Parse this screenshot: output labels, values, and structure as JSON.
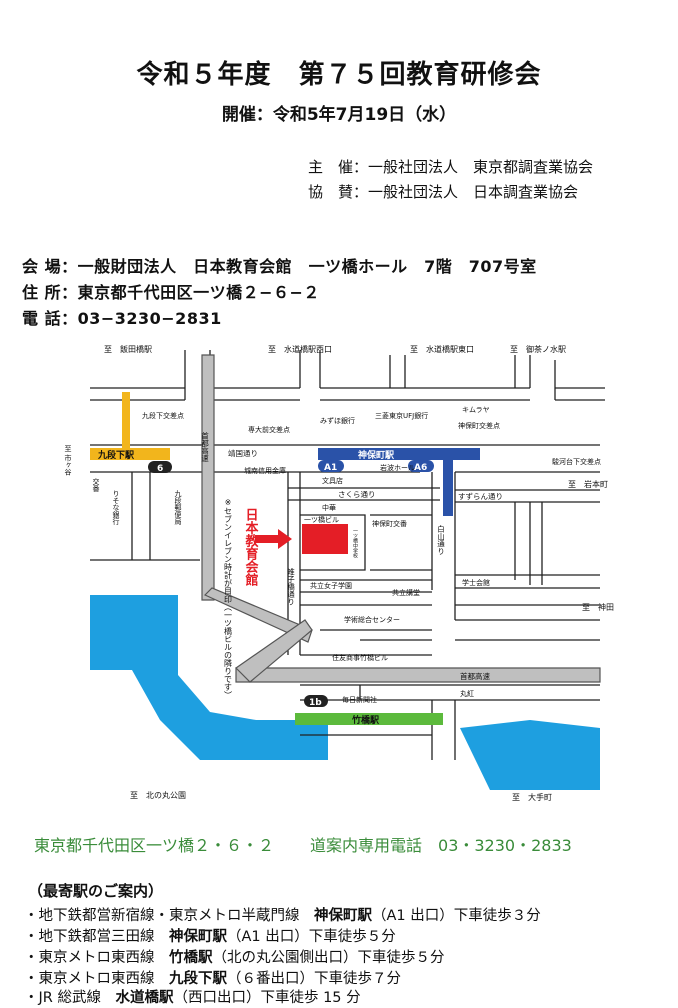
{
  "header": {
    "title": "令和５年度　第７５回教育研修会",
    "date": "開催：令和5年7月19日（水）"
  },
  "organizers": [
    {
      "text": "主　催：一般社団法人　東京都調査業協会"
    },
    {
      "text": "協　賛：一般社団法人　日本調査業協会"
    }
  ],
  "venue": {
    "place": "会 場：一般財団法人　日本教育会館　一ツ橋ホール　7階　707号室",
    "address": "住 所：東京都千代田区一ツ橋２−６−２",
    "phone": "電 話：03−3230−2831"
  },
  "map": {
    "directions": {
      "iidabashi": "至　飯田橋駅",
      "suidobashi_west": "至　水道橋駅西口",
      "suidobashi_east": "至　水道橋駅東口",
      "ochanomizu": "至　御茶ノ水駅",
      "ichigaya": "至 市ヶ谷",
      "iwamotocho": "至　岩本町",
      "jimbo": "至　神田",
      "kitanomaru": "至　北の丸公園",
      "otemachi": "至　大手町"
    },
    "stations": {
      "kudanshita": "九段下駅",
      "jimbocho": "神保町駅",
      "takebashi": "竹橋駅"
    },
    "exits": {
      "e6": "6",
      "a1": "A1",
      "a6": "A6",
      "e1b": "1b"
    },
    "streets": {
      "yasukuni": "靖国通り",
      "sakura": "さくら通り",
      "suzuran": "すずらん通り",
      "hakusan": "白山通り",
      "shuto": "首都高速",
      "shuto_v": "首都高速",
      "hitotsubashi": "雉子橋通り"
    },
    "landmarks": {
      "kudanshita_kosaten": "九段下交差点",
      "senshu": "専大前交差点",
      "mizuho": "みずほ銀行",
      "mufg": "三菱東京UFJ銀行",
      "kimuraya": "キムラヤ",
      "jimbo_kosaten": "神保町交差点",
      "surugadai": "駿河台下交差点",
      "koban_left": "交番",
      "resona": "りそな銀行",
      "kudan_post": "九段郵便局",
      "shinkin": "城南信用金庫",
      "bungu": "文具店",
      "iwanami": "岩波ホール",
      "chuka": "中華",
      "hitotsubashi_bldg": "一ツ橋ビル",
      "kyoiku_kaikan": "日本教育会館",
      "note": "※セブンイレブン時計が目印（一ツ橋ビルの隣りです）",
      "jimbo_koban": "神保町交番",
      "kyoritsu": "共立女子学園",
      "kyoritsu_hall": "共立講堂",
      "gakushi": "学士会館",
      "gakujutsu": "学術総合センター",
      "sumitomo": "住友商事竹橋ビル",
      "mainichi": "毎日新聞社",
      "marubeni": "丸紅",
      "hitotsubashi_side": "一ツ橋中学校"
    }
  },
  "footer": {
    "address": "東京都千代田区一ツ橋２・６・２",
    "guide_phone": "道案内専用電話　03・3230・2833"
  },
  "access": {
    "heading": "（最寄駅のご案内）",
    "items": [
      {
        "pre": "・地下鉄都営新宿線・東京メトロ半蔵門線　",
        "station": "神保町駅",
        "post": "（A1 出口）下車徒歩３分"
      },
      {
        "pre": "・地下鉄都営三田線　",
        "station": "神保町駅",
        "post": "（A1 出口）下車徒歩５分"
      },
      {
        "pre": "・東京メトロ東西線　",
        "station": "竹橋駅",
        "post": "（北の丸公園側出口）下車徒歩５分"
      },
      {
        "pre": "・東京メトロ東西線　",
        "station": "九段下駅",
        "post": "（６番出口）下車徒歩７分"
      },
      {
        "pre": "・JR 総武線　",
        "station": "水道橋駅",
        "post": "（西口出口）下車徒歩 15 分"
      }
    ]
  },
  "colors": {
    "river": "#1e9fe0",
    "kudanshita_line": "#f2b51c",
    "jimbocho_line": "#2a52a8",
    "takebashi_line": "#5cba3c",
    "venue_red": "#e41e26",
    "footer_green": "#3a8c3a"
  }
}
